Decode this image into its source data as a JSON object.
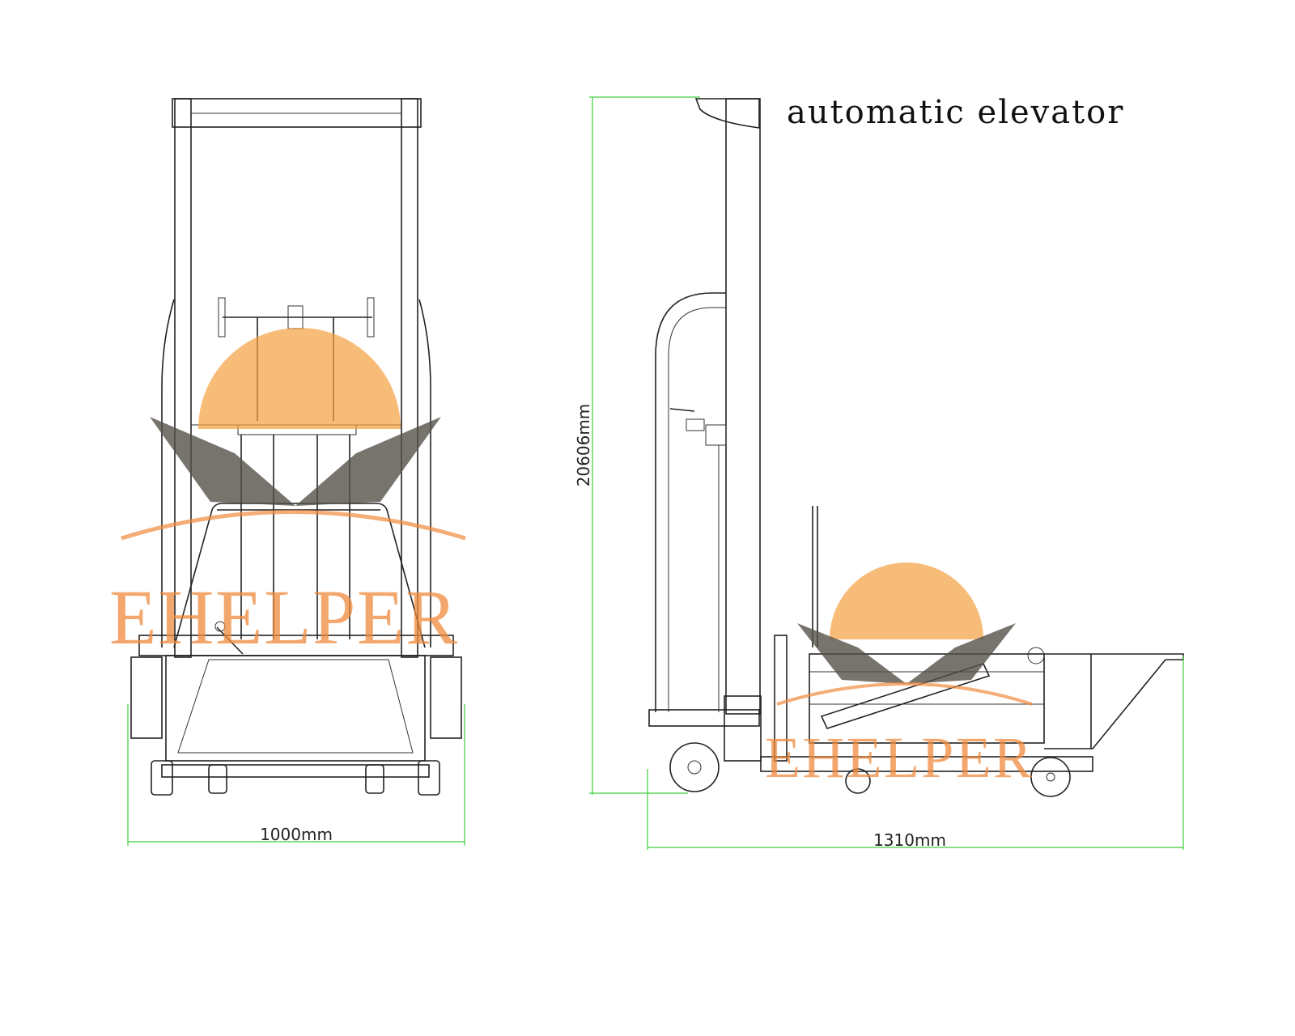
{
  "title": "automatic elevator",
  "dimensions": {
    "front_width": "1000mm",
    "side_length": "1310mm",
    "height": "20606mm"
  },
  "watermark": {
    "text": "EHELPER",
    "color": "#f08a3c",
    "sun_color": "#f5a040",
    "hands_color": "#555048"
  },
  "colors": {
    "line": "#222222",
    "dimension": "#3fcf3f"
  }
}
